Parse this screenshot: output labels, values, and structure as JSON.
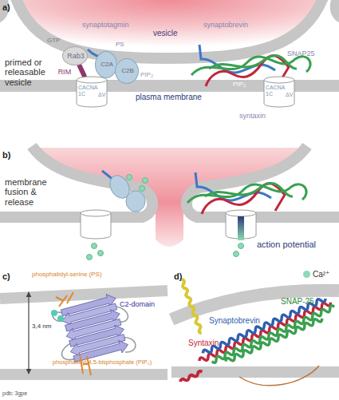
{
  "diagram": {
    "nodes": [
      {
        "text": [
          "GTP",
          "Rab3"
        ]
      },
      {
        "text": [
          "C2A"
        ]
      },
      {
        "text": [
          "C2B"
        ]
      },
      {
        "text": [
          "CACNA 1C",
          "ΔV"
        ]
      },
      {
        "text": [
          "CACNA 1C",
          "ΔV"
        ]
      }
    ],
    "edges": [
      {
        "from": 0,
        "to": 3,
        "label": "RIM",
        "arrow": "none"
      },
      {
        "from": 1,
        "to": 2,
        "arrow": "none"
      }
    ],
    "labels": [
      "a)",
      "vesicle",
      "primed or releasable vesicle",
      "synaptotagmin",
      "PS",
      "PIP₂",
      "synaptobrevin",
      "SNAP25",
      "PIP₂",
      "plasma membrane",
      "syntaxin",
      "b)",
      "membrane fusion & release",
      "action potential",
      "c)",
      "phosphatidyl-serine (PS)",
      "C2-domain",
      "3,4 nm",
      "phosphatidyl-4,5-bisphosphate (PIP₂)",
      "pdb: 3gpe",
      "d)",
      "Synaptobrevin",
      "SNAP-25",
      "Syntaxin"
    ],
    "legend": [
      {
        "text": "Ca²⁺",
        "color": "#8fd9b6"
      }
    ]
  }
}
